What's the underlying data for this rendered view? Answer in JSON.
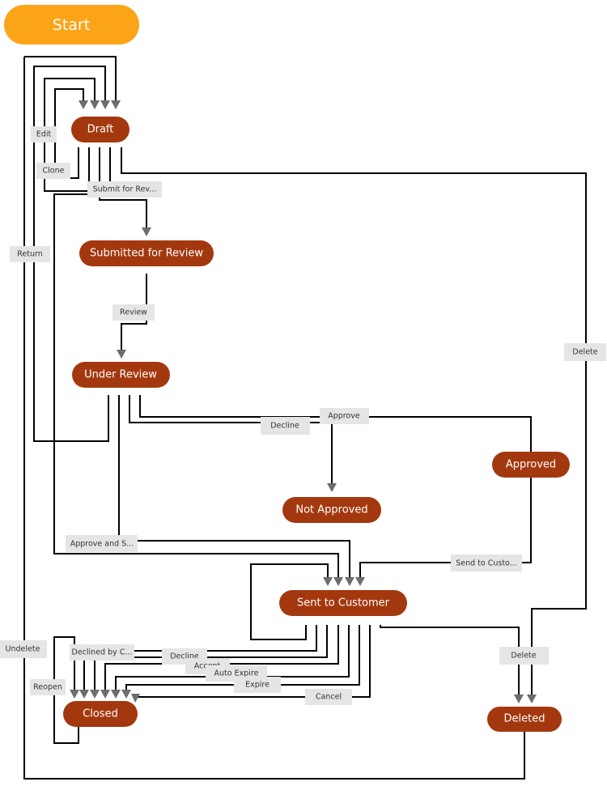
{
  "nodes": {
    "start": "Start",
    "draft": "Draft",
    "submitted": "Submitted for Review",
    "under_review": "Under Review",
    "approved": "Approved",
    "not_approved": "Not Approved",
    "sent": "Sent to Customer",
    "closed": "Closed",
    "deleted": "Deleted"
  },
  "edges": {
    "edit": "Edit",
    "clone": "Clone",
    "submit": "Submit for Rev...",
    "return": "Return",
    "review": "Review",
    "delete_draft": "Delete",
    "decline": "Decline",
    "approve": "Approve",
    "approve_send": "Approve and S...",
    "send_customer": "Send to Custo...",
    "undelete": "Undelete",
    "declined_by": "Declined by C...",
    "decline_sent": "Decline",
    "accept": "Accept",
    "auto_expire": "Auto Expire",
    "expire": "Expire",
    "cancel": "Cancel",
    "reopen": "Reopen",
    "delete_sent": "Delete"
  },
  "colors": {
    "start_fill": "#fca418",
    "node_fill": "#a3380f",
    "edge_label_bg": "#e5e5e5",
    "arrow": "#6d6d6d"
  }
}
